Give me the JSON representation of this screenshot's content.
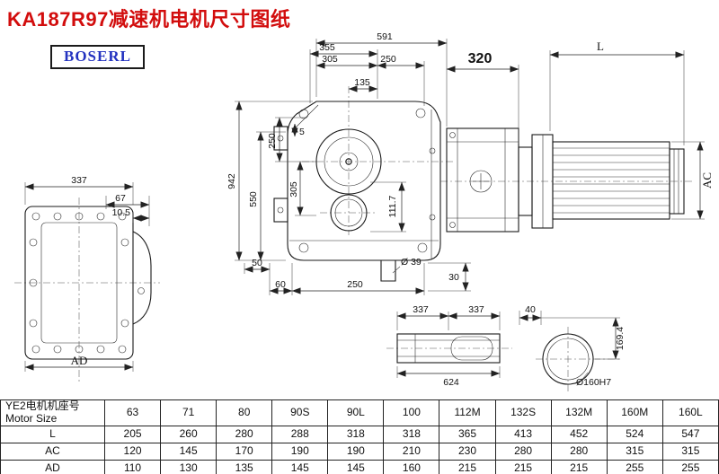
{
  "title": "KA187R97减速机电机尺寸图纸",
  "logo": "BOSERL",
  "views": {
    "left": {
      "w337": "337",
      "d67": "67",
      "d10_5": "10.5",
      "ad": "AD"
    },
    "main": {
      "d591": "591",
      "d355": "355",
      "d305t": "305",
      "d250t": "250",
      "d135": "135",
      "d942": "942",
      "d550": "550",
      "d250l": "250",
      "d5": "5",
      "d305l": "305",
      "d111_7": "111.7",
      "d50": "50",
      "d60": "60",
      "d250b": "250",
      "d30": "30",
      "dia39": "Ø 39"
    },
    "motor": {
      "d320": "320",
      "L": "L",
      "AC": "AC"
    },
    "shaft": {
      "d337a": "337",
      "d337b": "337",
      "d624": "624",
      "d40": "40"
    },
    "bore": {
      "d169_4": "169.4",
      "dia160": "Ø160H7"
    }
  },
  "table": {
    "header_cn": "YE2电机机座号",
    "header_en": "Motor Size",
    "sizes": [
      "63",
      "71",
      "80",
      "90S",
      "90L",
      "100",
      "112M",
      "132S",
      "132M",
      "160M",
      "160L"
    ],
    "rows": [
      {
        "label": "L",
        "values": [
          "205",
          "260",
          "280",
          "288",
          "318",
          "318",
          "365",
          "413",
          "452",
          "524",
          "547"
        ]
      },
      {
        "label": "AC",
        "values": [
          "120",
          "145",
          "170",
          "190",
          "190",
          "210",
          "230",
          "280",
          "280",
          "315",
          "315"
        ]
      },
      {
        "label": "AD",
        "values": [
          "110",
          "130",
          "135",
          "145",
          "145",
          "160",
          "215",
          "215",
          "215",
          "255",
          "255"
        ]
      }
    ]
  }
}
